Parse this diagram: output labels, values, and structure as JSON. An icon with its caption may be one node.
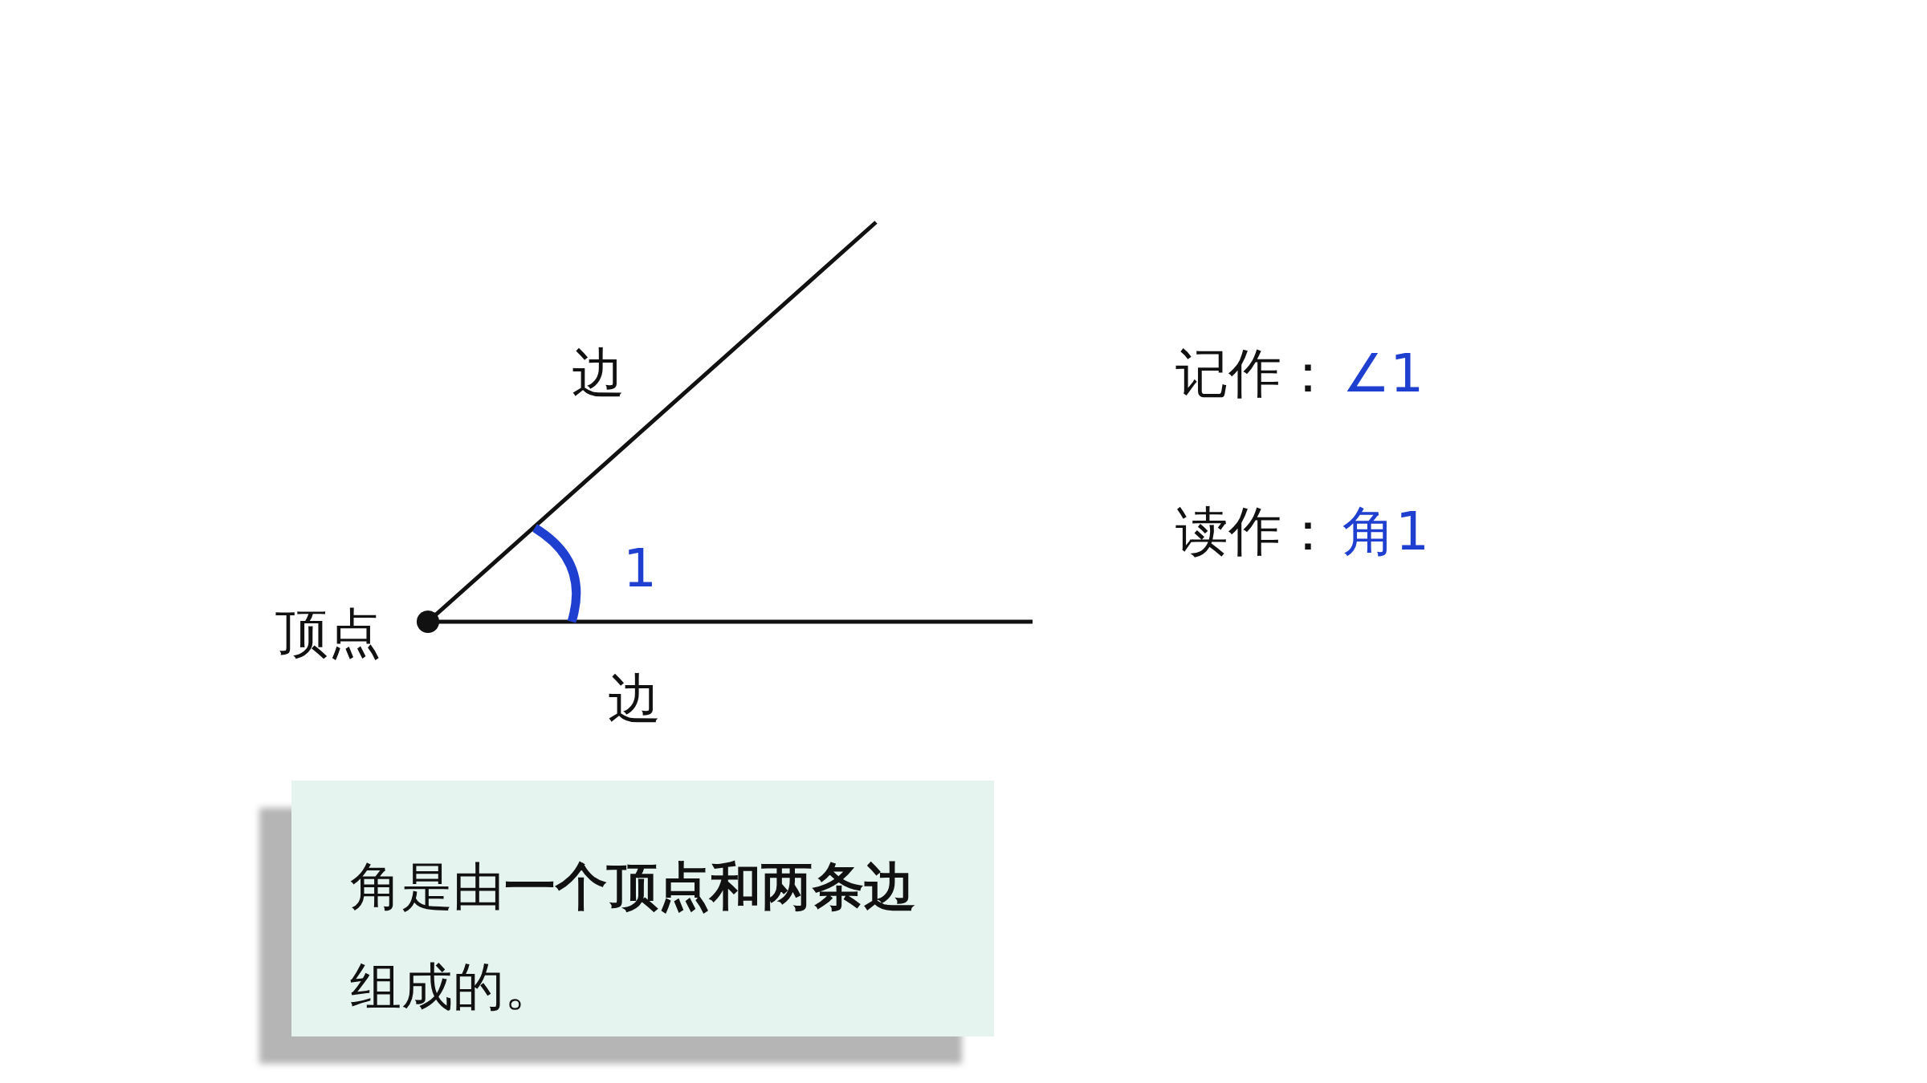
{
  "diagram": {
    "nodes": [
      {
        "text": [
          "角是由**一个顶点和两条边**组成的。"
        ]
      }
    ],
    "labels": [
      "边",
      "1",
      "顶点",
      "边",
      "记作：",
      "∠1",
      "读作：",
      "角1"
    ]
  }
}
